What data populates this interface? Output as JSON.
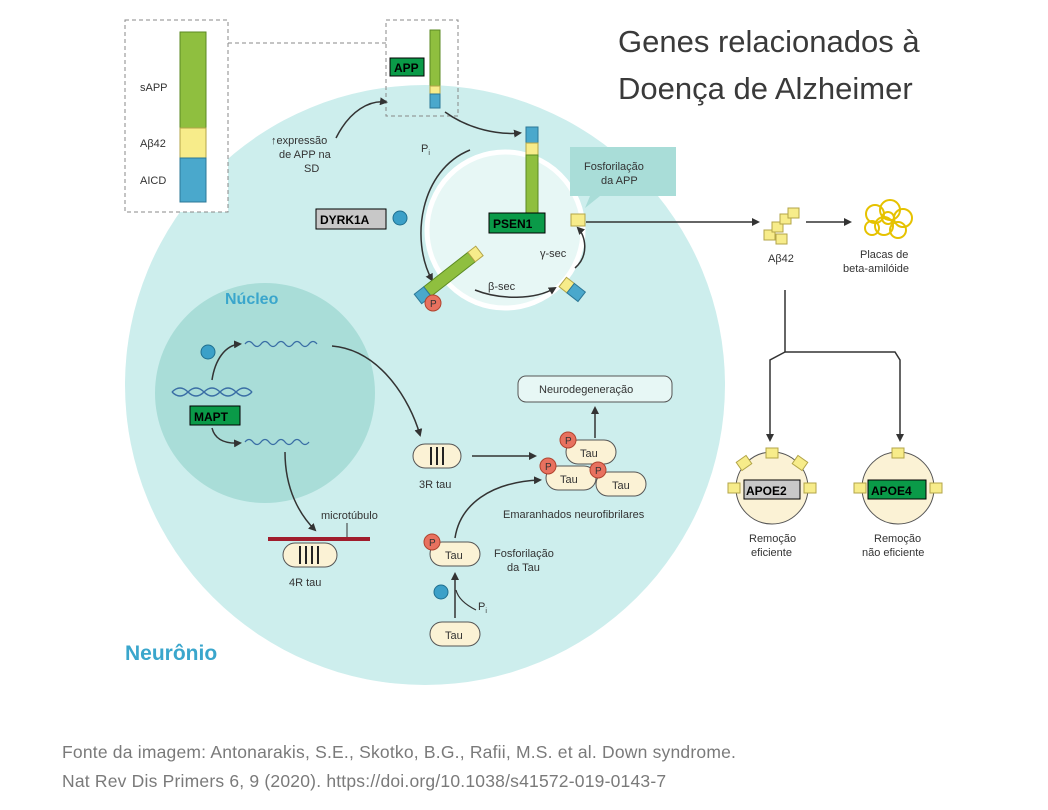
{
  "title": {
    "line1": "Genes relacionados à",
    "line2": "Doença de Alzheimer"
  },
  "compartments": {
    "neuron": "Neurônio",
    "nucleus": "Núcleo"
  },
  "app_segments": {
    "sapp": "sAPP",
    "abeta42": "Aβ42",
    "aicd": "AICD"
  },
  "genes": {
    "app": "APP",
    "dyrk1a": "DYRK1A",
    "psen1": "PSEN1",
    "mapt": "MAPT",
    "apoe2": "APOE2",
    "apoe4": "APOE4"
  },
  "labels": {
    "expr1": "↑expressão",
    "expr2": "de APP na",
    "expr3": "SD",
    "pi": "P",
    "pi_sub": "i",
    "fosfo_app1": "Fosforilação",
    "fosfo_app2": "da APP",
    "gamma_sec": "γ-sec",
    "beta_sec": "β-sec",
    "abeta42": "Aβ42",
    "plaques1": "Placas de",
    "plaques2": "beta-amilóide",
    "neurodeg": "Neurodegeneração",
    "tau3r": "3R tau",
    "tau4r": "4R tau",
    "microtubule": "microtúbulo",
    "tau": "Tau",
    "p": "P",
    "tangles": "Emaranhados neurofibrilares",
    "fosfo_tau1": "Fosforilação",
    "fosfo_tau2": "da Tau",
    "removal1": "Remoção",
    "efficient": "eficiente",
    "not_efficient": "não eficiente"
  },
  "caption": {
    "line1": "Fonte da imagem: Antonarakis, S.E., Skotko, B.G., Rafii, M.S. et al. Down syndrome.",
    "line2": "Nat Rev Dis Primers 6, 9 (2020). https://doi.org/10.1038/s41572-019-0143-7"
  },
  "colors": {
    "neuron_fill": "#cdeeed",
    "nucleus_fill": "#a9ddd8",
    "gene_box": "#0a9a48",
    "gene_box_gray": "#c8c8c8",
    "app_green": "#8fbf3f",
    "app_yellow": "#f7ec8a",
    "app_blue": "#4aa8cc",
    "phospho": "#e8715f",
    "tau_fill": "#fbf2d5",
    "title_text": "#3a3a3a",
    "neuron_label": "#3aa6cc"
  }
}
